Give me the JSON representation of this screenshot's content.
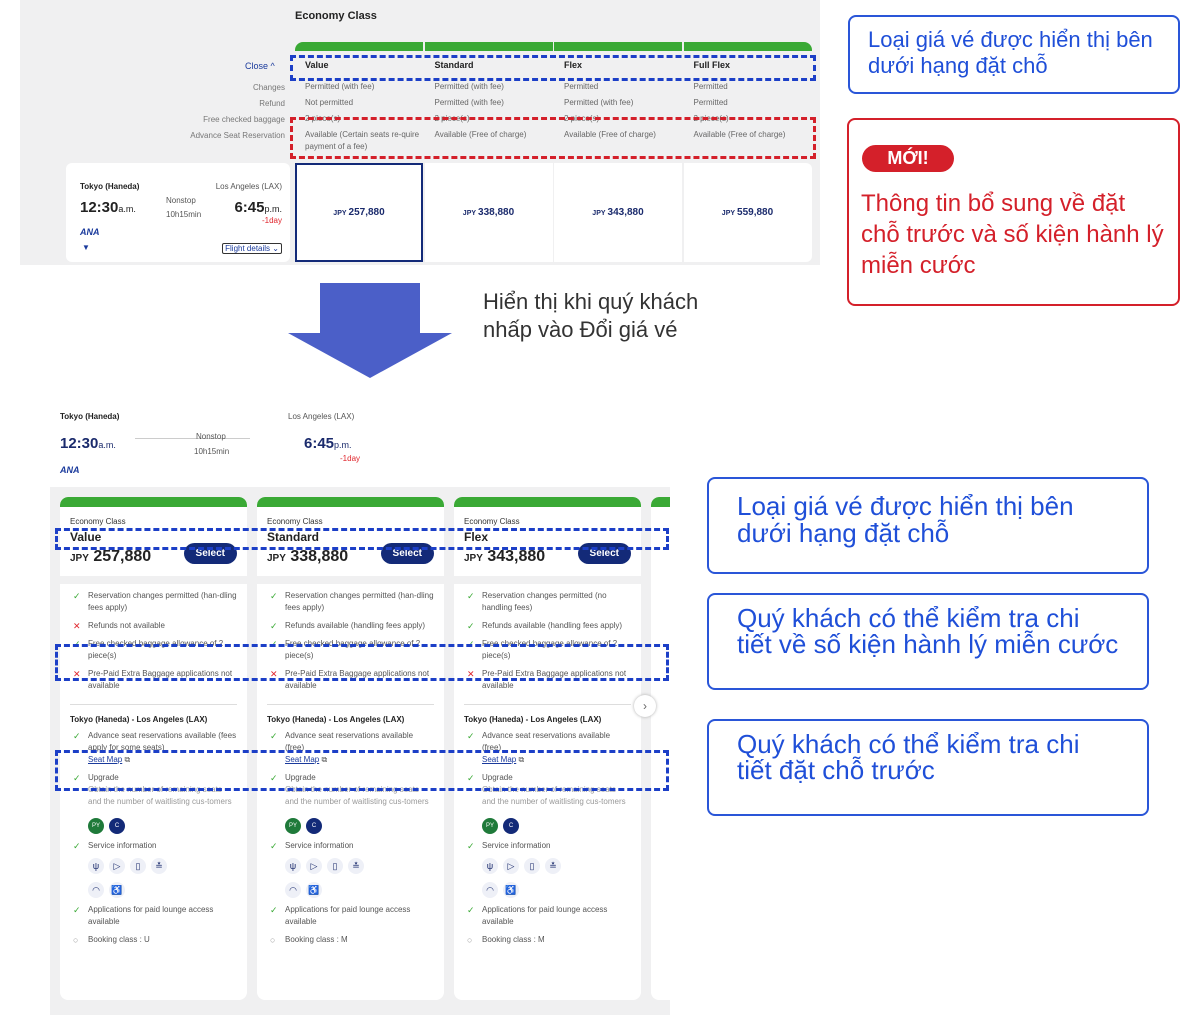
{
  "top": {
    "class_title": "Economy Class",
    "close_label": "Close ^",
    "row_labels": [
      "Changes",
      "Refund",
      "Free checked baggage",
      "Advance Seat Reservation"
    ],
    "fares": [
      {
        "name": "Value",
        "changes": "Permitted (with fee)",
        "refund": "Not permitted",
        "baggage": "2 piece(s)",
        "seat": "Available (Certain seats re-quire payment of a fee)",
        "currency": "JPY",
        "price": "257,880"
      },
      {
        "name": "Standard",
        "changes": "Permitted (with fee)",
        "refund": "Permitted (with fee)",
        "baggage": "2 piece(s)",
        "seat": "Available (Free of charge)",
        "currency": "JPY",
        "price": "338,880"
      },
      {
        "name": "Flex",
        "changes": "Permitted",
        "refund": "Permitted (with fee)",
        "baggage": "2 piece(s)",
        "seat": "Available (Free of charge)",
        "currency": "JPY",
        "price": "343,880"
      },
      {
        "name": "Full Flex",
        "changes": "Permitted",
        "refund": "Permitted",
        "baggage": "2 piece(s)",
        "seat": "Available (Free of charge)",
        "currency": "JPY",
        "price": "559,880"
      }
    ]
  },
  "flight": {
    "origin": "Tokyo (Haneda)",
    "destination": "Los Angeles (LAX)",
    "dep_time": "12:30",
    "dep_ampm": "a.m.",
    "arr_time": "6:45",
    "arr_ampm": "p.m.",
    "stops": "Nonstop",
    "duration": "10h15min",
    "day_offset": "-1day",
    "airline": "ANA",
    "details": "Flight details"
  },
  "callouts": {
    "top_fare": "Loại giá vé được hiển thị bên dưới hạng đặt chỗ",
    "new_badge": "MỚI!",
    "new_info": "Thông tin bổ sung về đặt chỗ trước và số kiện hành lý miễn cước",
    "arrow_text": "Hiển thị khi quý khách nhấp vào Đổi giá vé",
    "bottom_fare": "Loại giá vé được hiển thị bên dưới hạng đặt chỗ",
    "bottom_baggage": "Quý khách có thể kiểm tra chi tiết về số kiện hành lý miễn cước",
    "bottom_seat": "Quý khách có thể kiểm tra chi tiết đặt chỗ trước"
  },
  "cards": [
    {
      "class": "Economy Class",
      "name": "Value",
      "currency": "JPY",
      "price": "257,880",
      "select": "Select",
      "items": [
        [
          "ok",
          "Reservation changes permitted (han-dling fees apply)"
        ],
        [
          "no",
          "Refunds not available"
        ],
        [
          "ok",
          "Free checked baggage allowance of 2 piece(s)"
        ],
        [
          "no",
          "Pre-Paid Extra Baggage applications not available"
        ]
      ],
      "route": "Tokyo (Haneda)  -  Los Angeles (LAX)",
      "seat": "Advance seat reservations available (fees apply for some seats)",
      "seat_map": "Seat Map",
      "upgrade": "Upgrade",
      "upgrade_note": "Obtain the number of remaining seats and the number of waitlisting cus-tomers",
      "service": "Service information",
      "lounge": "Applications for paid lounge access available",
      "booking": "Booking class : U"
    },
    {
      "class": "Economy Class",
      "name": "Standard",
      "currency": "JPY",
      "price": "338,880",
      "select": "Select",
      "items": [
        [
          "ok",
          "Reservation changes permitted (han-dling fees apply)"
        ],
        [
          "ok",
          "Refunds available (handling fees apply)"
        ],
        [
          "ok",
          "Free checked baggage allowance of 2 piece(s)"
        ],
        [
          "no",
          "Pre-Paid Extra Baggage applications not available"
        ]
      ],
      "route": "Tokyo (Haneda)  -  Los Angeles (LAX)",
      "seat": "Advance seat reservations available (free)",
      "seat_map": "Seat Map",
      "upgrade": "Upgrade",
      "upgrade_note": "Obtain the number of remaining seats and the number of waitlisting cus-tomers",
      "service": "Service information",
      "lounge": "Applications for paid lounge access available",
      "booking": "Booking class : M"
    },
    {
      "class": "Economy Class",
      "name": "Flex",
      "currency": "JPY",
      "price": "343,880",
      "select": "Select",
      "items": [
        [
          "ok",
          "Reservation changes permitted (no handling fees)"
        ],
        [
          "ok",
          "Refunds available (handling fees apply)"
        ],
        [
          "ok",
          "Free checked baggage allowance of 2 piece(s)"
        ],
        [
          "no",
          "Pre-Paid Extra Baggage applications not available"
        ]
      ],
      "route": "Tokyo (Haneda)  -  Los Angeles (LAX)",
      "seat": "Advance seat reservations available (free)",
      "seat_map": "Seat Map",
      "upgrade": "Upgrade",
      "upgrade_note": "Obtain the number of remaining seats and the number of waitlisting cus-tomers",
      "service": "Service information",
      "lounge": "Applications for paid lounge access available",
      "booking": "Booking class : M"
    }
  ],
  "colors": {
    "green": "#3aa935",
    "navy": "#132a78",
    "blue": "#1f4fd8",
    "red": "#d4202a",
    "arrow": "#4b5fc8"
  }
}
